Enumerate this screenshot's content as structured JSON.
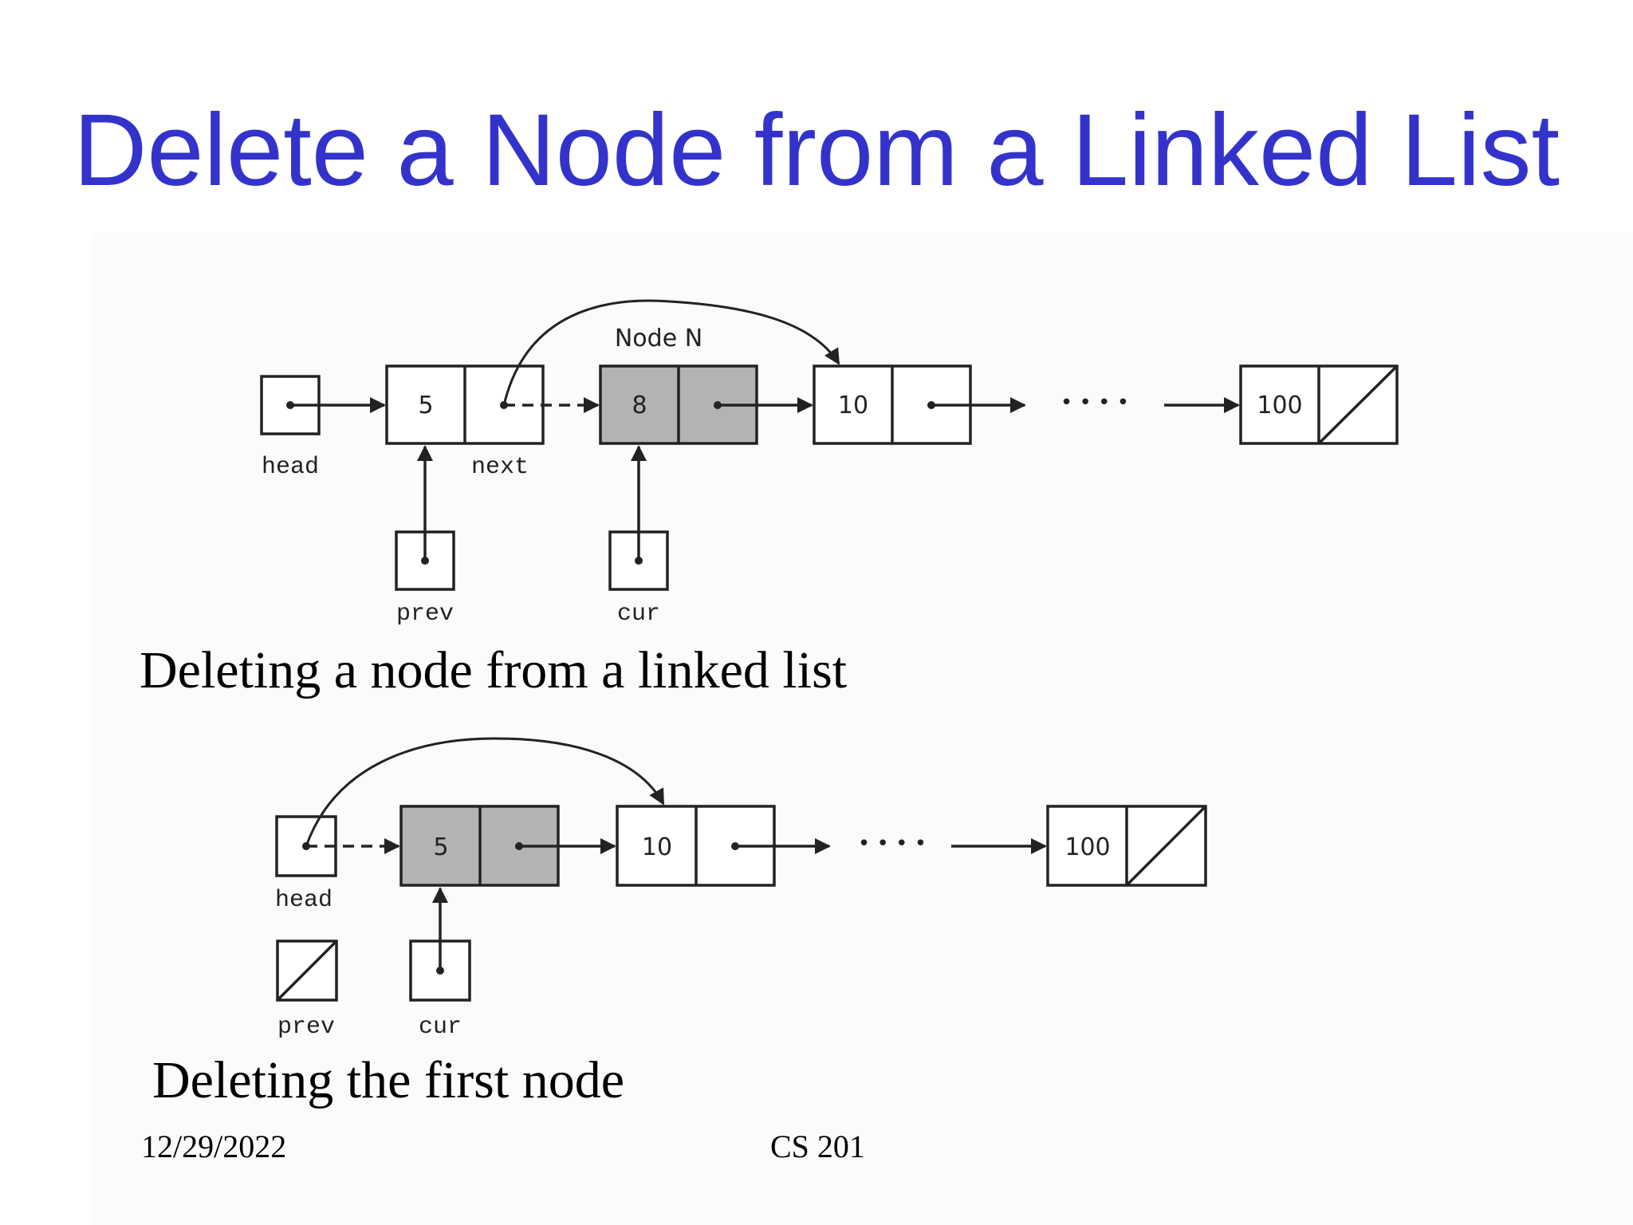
{
  "slide": {
    "title": "Delete a Node from a Linked List",
    "date": "12/29/2022",
    "course": "CS 201"
  },
  "figure1": {
    "caption": "Deleting a node from a linked list",
    "node_label": "Node N",
    "nodes": [
      "5",
      "8",
      "10",
      "100"
    ],
    "highlighted_node": "8",
    "ellipsis": "• • • •",
    "pointers": {
      "head": "head",
      "next": "next",
      "prev": "prev",
      "cur": "cur"
    }
  },
  "figure2": {
    "caption": "Deleting the first node",
    "nodes": [
      "5",
      "10",
      "100"
    ],
    "highlighted_node": "5",
    "ellipsis": "• • • •",
    "pointers": {
      "head": "head",
      "prev": "prev",
      "cur": "cur"
    },
    "prev_is_null": true
  },
  "colors": {
    "title": "#3333cc",
    "highlight_fill": "#b3b3b3",
    "stroke": "#222222"
  }
}
